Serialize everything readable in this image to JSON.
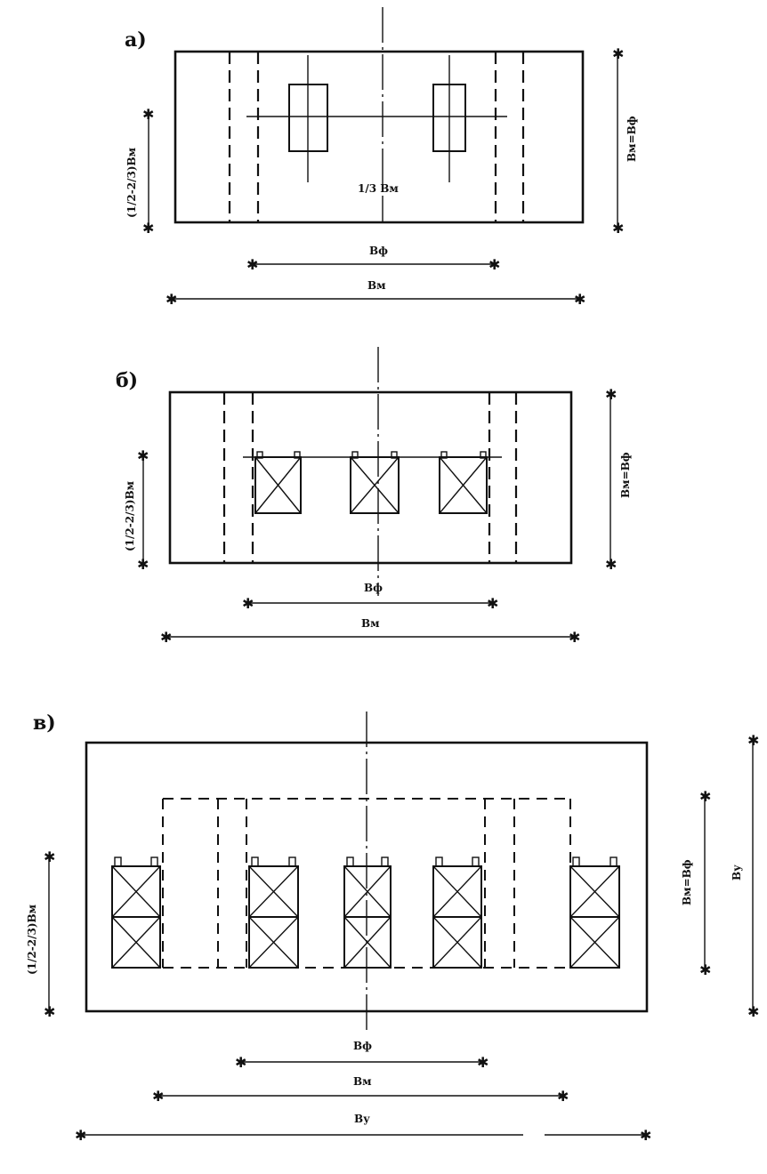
{
  "figure_a": {
    "letter": "а)",
    "label_center": "1/3 Bм",
    "dim_inner": "Bф",
    "dim_outer": "Bм",
    "dim_left": "(1/2-2/3)Bм",
    "dim_right": "Bм=Bф"
  },
  "figure_b": {
    "letter": "б)",
    "dim_inner": "Bф",
    "dim_outer": "Bм",
    "dim_left": "(1/2-2/3)Bм",
    "dim_right": "Bм=Bф"
  },
  "figure_c": {
    "letter": "в)",
    "dim_inner": "Bф",
    "dim_mid": "Bм",
    "dim_outer": "Bу",
    "dim_left": "(1/2-2/3)Bм",
    "dim_right_inner": "Bм=Bф",
    "dim_right_outer": "Bу"
  }
}
